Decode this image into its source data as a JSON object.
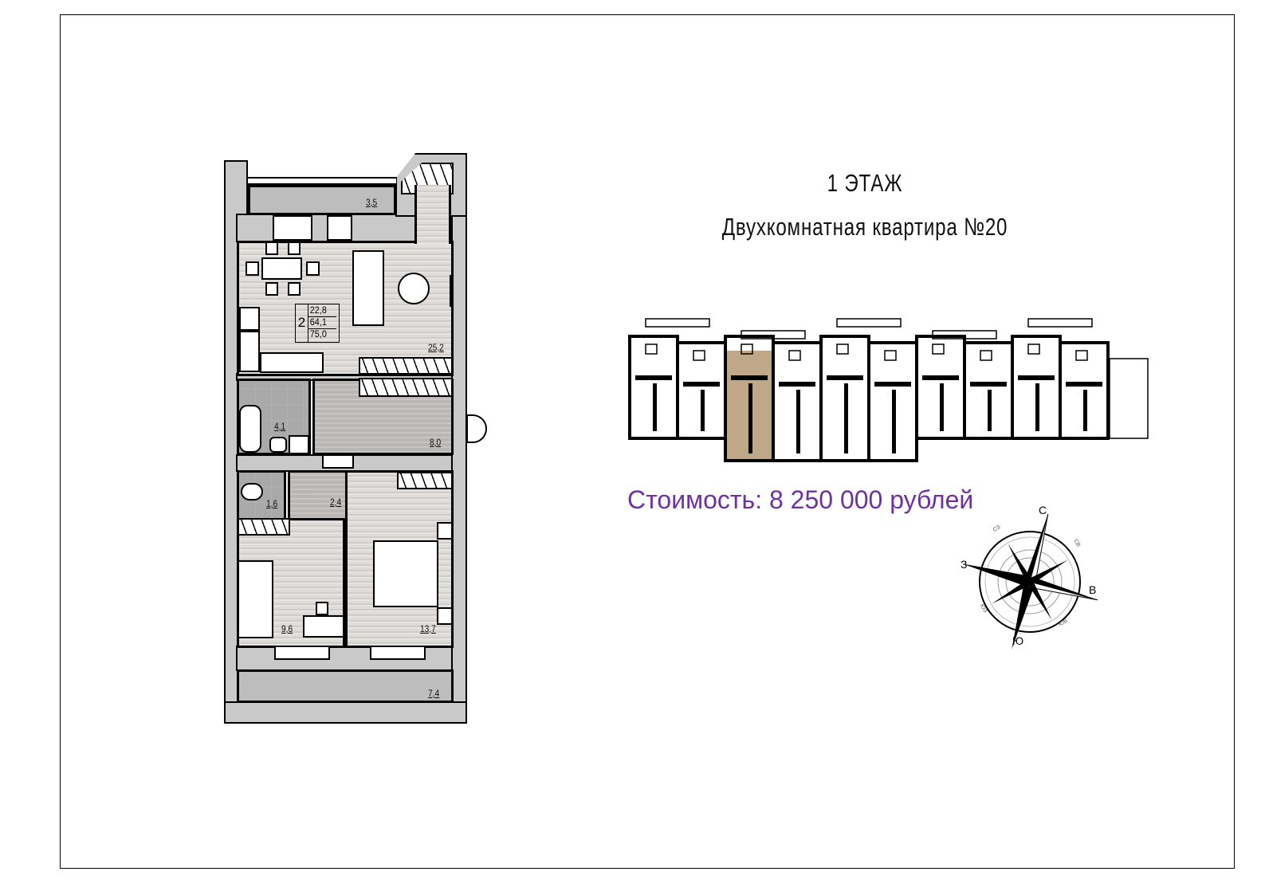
{
  "header": {
    "floor": "1 ЭТАЖ",
    "apartment": "Двухкомнатная квартира №20"
  },
  "price": "Стоимость: 8 250 000 рублей",
  "summary": {
    "rooms_count": "2",
    "living_area": "22,8",
    "total_area": "64,1",
    "total_with_balconies": "75,0"
  },
  "rooms": {
    "balcony_top": "3,5",
    "living_kitchen": "25,2",
    "bathroom": "4,1",
    "hall": "8,0",
    "wc": "1,6",
    "corridor": "2,4",
    "bedroom_small": "9,6",
    "bedroom_large": "13,7",
    "balcony_bottom": "7,4"
  },
  "compass": {
    "n": "С",
    "e": "В",
    "s": "Ю",
    "w": "З",
    "ne": "СВ",
    "se": "ЮВ",
    "sw": "ЮЗ",
    "nw": "СЗ"
  },
  "colors": {
    "price": "#7030a0",
    "highlight": "#bfa888"
  }
}
